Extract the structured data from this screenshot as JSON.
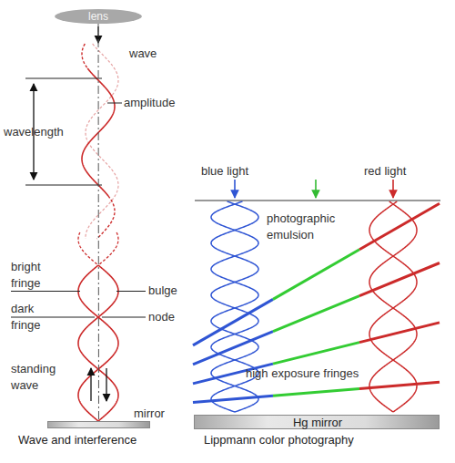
{
  "diagram": {
    "nodes": [
      {
        "text": [
          "lens"
        ]
      },
      {
        "text": [
          "mirror"
        ]
      },
      {
        "text": [
          "Hg mirror"
        ]
      }
    ],
    "edges": [
      {
        "from": 0,
        "to": 1,
        "arrow": "none"
      }
    ],
    "labels": [
      "wave",
      "amplitude",
      "wavelength",
      "bright fringe",
      "bulge",
      "dark fringe",
      "node",
      "standing wave",
      "Wave and interference",
      "blue light",
      "red light",
      "photographic emulsion",
      "high exposure fringes",
      "Lippmann color photography"
    ]
  }
}
